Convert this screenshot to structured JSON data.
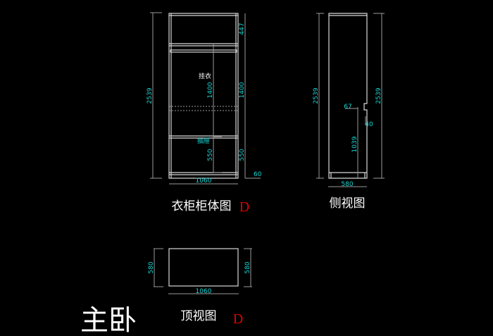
{
  "front_view": {
    "title": "衣柜柜体图",
    "mark": "D",
    "height": "2539",
    "width": "1060",
    "top_section": "447",
    "hanging_section": "1400",
    "hanging_inner": "1400",
    "drawer_section": "550",
    "drawer_inner": "550",
    "plinth": "60",
    "label_hanging": "挂衣",
    "label_drawer": "抽屉"
  },
  "side_view": {
    "title": "侧视图",
    "height_left": "2539",
    "height_right": "2539",
    "depth": "580",
    "notch_depth": "67",
    "notch_height": "40",
    "notch_elevation": "1039"
  },
  "top_view": {
    "title": "顶视图",
    "mark": "D",
    "width": "1060",
    "depth_left": "580",
    "depth_right": "580"
  },
  "room_label": "主卧"
}
